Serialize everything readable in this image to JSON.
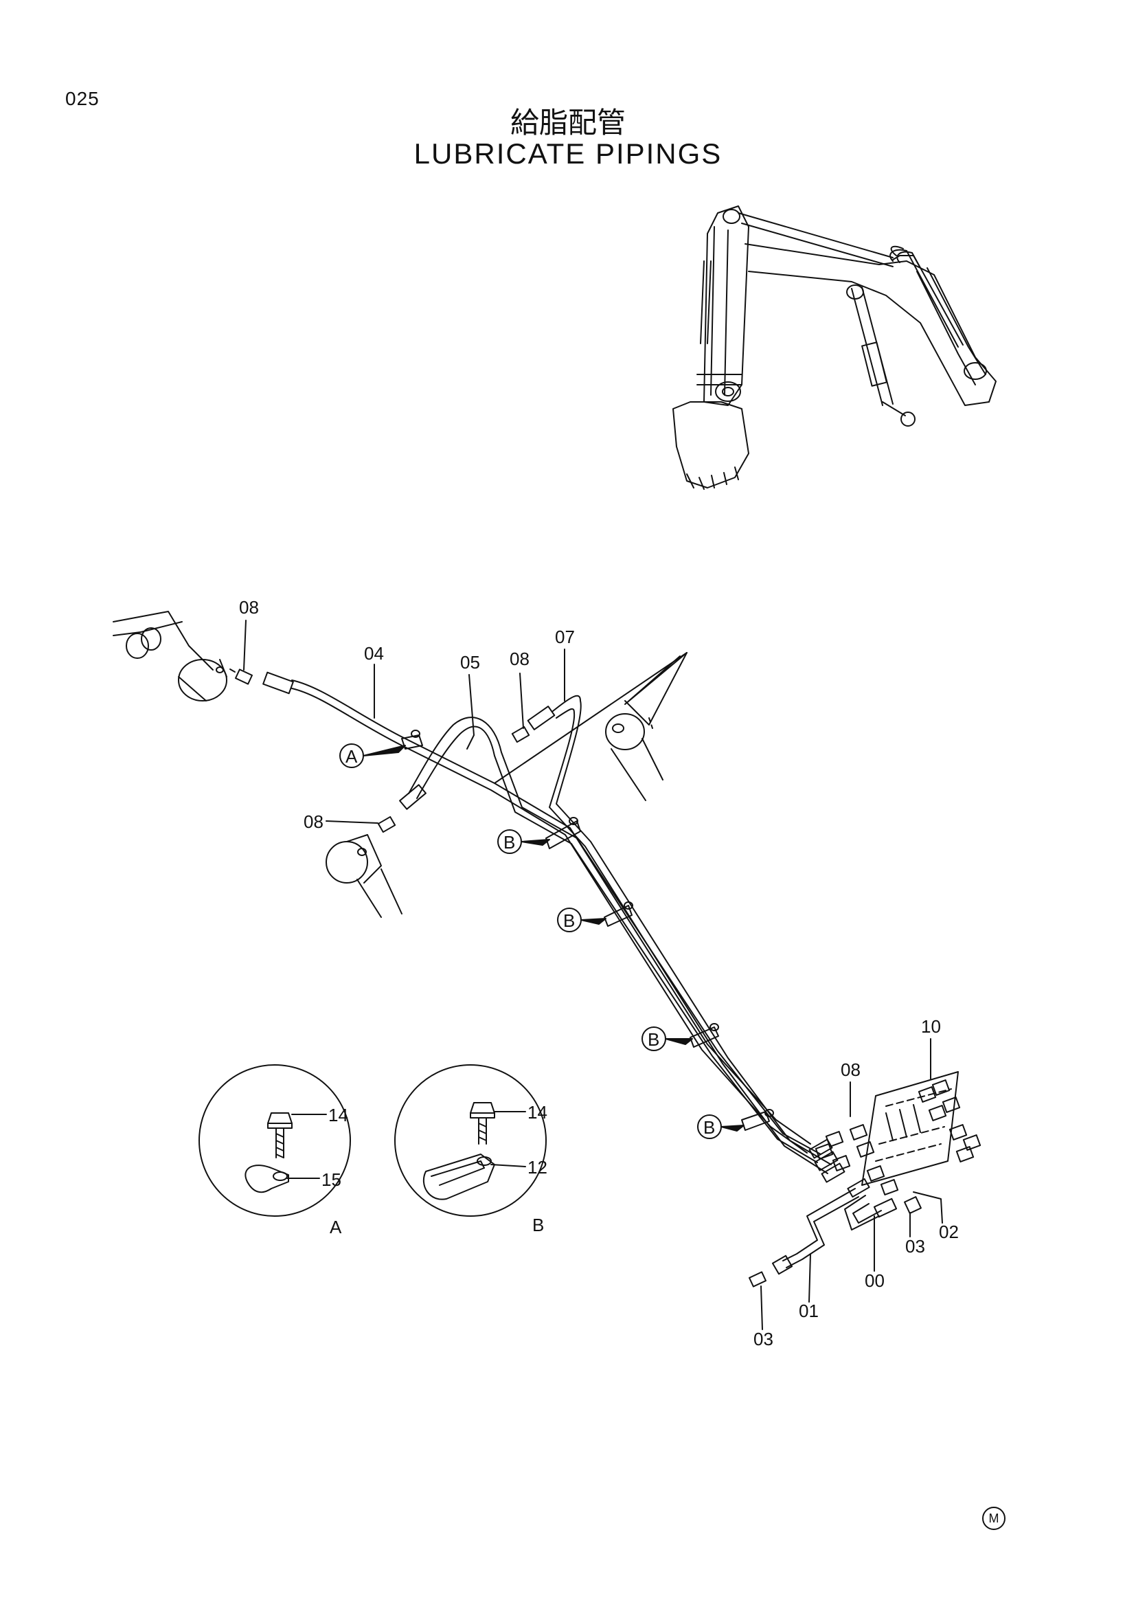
{
  "page_number": "025",
  "title_jp": "給脂配管",
  "title_en": "LUBRICATE PIPINGS",
  "part_labels": {
    "p08_top": "08",
    "p04": "04",
    "p05": "05",
    "p08_mid": "08",
    "p07": "07",
    "p08_left": "08",
    "p10": "10",
    "p08_right": "08",
    "p02": "02",
    "p03_right": "03",
    "p00": "00",
    "p01": "01",
    "p03_bottom": "03",
    "p14_a": "14",
    "p15": "15",
    "p14_b": "14",
    "p12": "12"
  },
  "callouts": {
    "a_main": "A",
    "b1": "B",
    "b2": "B",
    "b3": "B",
    "b4": "B",
    "detail_a": "A",
    "detail_b": "B"
  },
  "corner_mark": "M"
}
